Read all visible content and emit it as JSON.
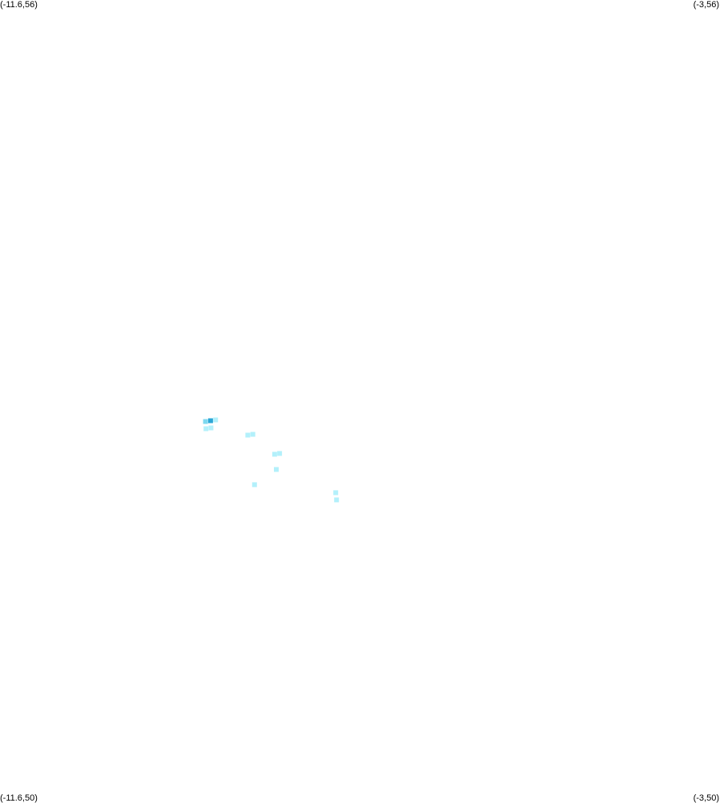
{
  "corners": {
    "top_left": "(-11.6,56)",
    "top_right": "(-3,56)",
    "bottom_left": "(-11.6,50)",
    "bottom_right": "(-3,50)"
  },
  "chart_data": {
    "type": "heatmap",
    "x_range": [
      -11.6,
      -3
    ],
    "y_range": [
      50,
      56
    ],
    "colors": {
      "low": "#b3f0fb",
      "mid": "#7dd8ef",
      "high": "#2aa6d6"
    },
    "cells": [
      {
        "lon": -9.145,
        "lat": 52.838,
        "level": "mid"
      },
      {
        "lon": -9.085,
        "lat": 52.844,
        "level": "high"
      },
      {
        "lon": -9.025,
        "lat": 52.85,
        "level": "low"
      },
      {
        "lon": -9.14,
        "lat": 52.784,
        "level": "low"
      },
      {
        "lon": -9.08,
        "lat": 52.79,
        "level": "low"
      },
      {
        "lon": -8.64,
        "lat": 52.736,
        "level": "low"
      },
      {
        "lon": -8.58,
        "lat": 52.742,
        "level": "low"
      },
      {
        "lon": -8.32,
        "lat": 52.592,
        "level": "low"
      },
      {
        "lon": -8.26,
        "lat": 52.598,
        "level": "low"
      },
      {
        "lon": -8.3,
        "lat": 52.478,
        "level": "low"
      },
      {
        "lon": -8.56,
        "lat": 52.364,
        "level": "low"
      },
      {
        "lon": -7.59,
        "lat": 52.304,
        "level": "low"
      },
      {
        "lon": -7.58,
        "lat": 52.25,
        "level": "low"
      }
    ]
  }
}
